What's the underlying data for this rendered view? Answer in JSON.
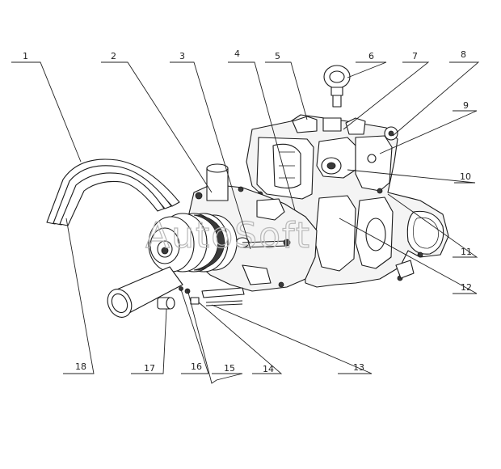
{
  "watermark": "AutoSoft",
  "callouts": [
    {
      "id": "callout-1",
      "label": "1"
    },
    {
      "id": "callout-2",
      "label": "2"
    },
    {
      "id": "callout-3",
      "label": "3"
    },
    {
      "id": "callout-4",
      "label": "4"
    },
    {
      "id": "callout-5",
      "label": "5"
    },
    {
      "id": "callout-6",
      "label": "6"
    },
    {
      "id": "callout-7",
      "label": "7"
    },
    {
      "id": "callout-8",
      "label": "8"
    },
    {
      "id": "callout-9",
      "label": "9"
    },
    {
      "id": "callout-10",
      "label": "10"
    },
    {
      "id": "callout-11",
      "label": "11"
    },
    {
      "id": "callout-12",
      "label": "12"
    },
    {
      "id": "callout-13",
      "label": "13"
    },
    {
      "id": "callout-14",
      "label": "14"
    },
    {
      "id": "callout-15",
      "label": "15"
    },
    {
      "id": "callout-16",
      "label": "16"
    },
    {
      "id": "callout-17",
      "label": "17"
    },
    {
      "id": "callout-18",
      "label": "18"
    }
  ]
}
